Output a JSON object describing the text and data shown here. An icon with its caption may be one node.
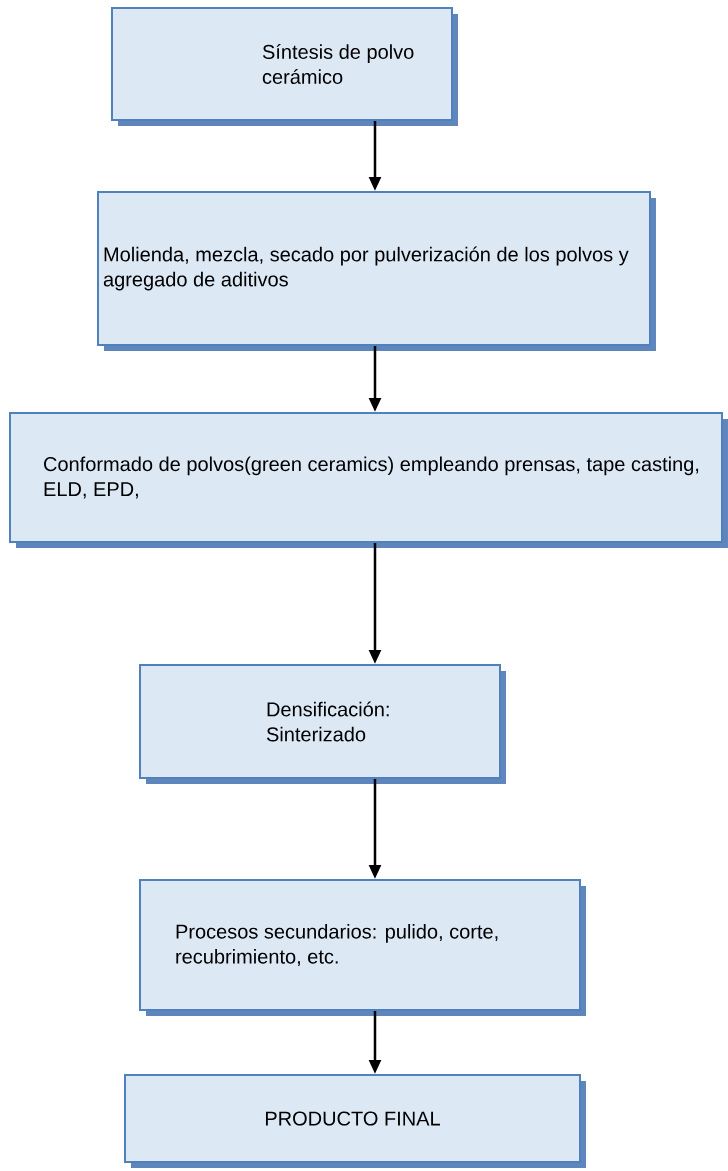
{
  "diagram": {
    "nodes": [
      {
        "text": [
          "Síntesis de polvo cerámico"
        ]
      },
      {
        "text": [
          "Molienda, mezcla, secado por pulverización de los polvos y agregado de aditivos"
        ]
      },
      {
        "text": [
          "Conformado de polvos(green ceramics) empleando prensas, tape casting, ELD, EPD,"
        ]
      },
      {
        "text": [
          "Densificación: Sinterizado"
        ]
      },
      {
        "text": [
          "Procesos secundarios: pulido, corte, recubrimiento, etc."
        ]
      },
      {
        "text": [
          "PRODUCTO FINAL"
        ]
      }
    ],
    "edges": [
      {
        "from": 0,
        "to": 1,
        "arrow": "to"
      },
      {
        "from": 1,
        "to": 2,
        "arrow": "to"
      },
      {
        "from": 2,
        "to": 3,
        "arrow": "to"
      },
      {
        "from": 3,
        "to": 4,
        "arrow": "to"
      },
      {
        "from": 4,
        "to": 5,
        "arrow": "to"
      }
    ]
  }
}
